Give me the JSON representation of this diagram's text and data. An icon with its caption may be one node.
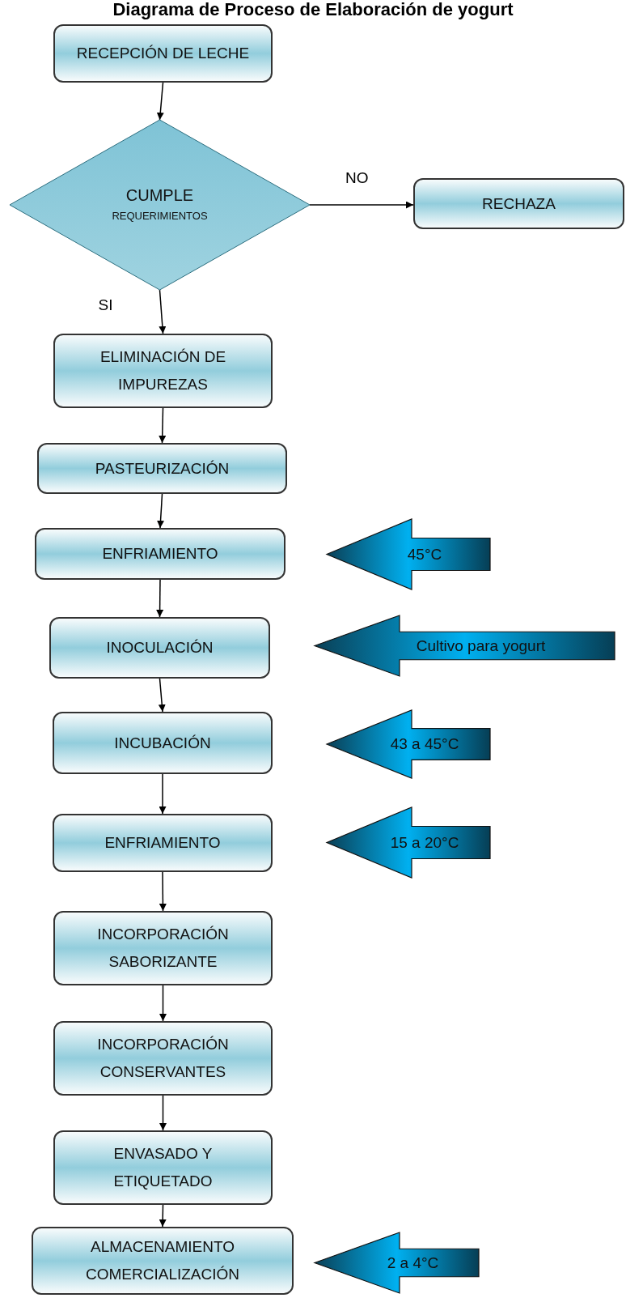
{
  "diagram": {
    "title": "Diagrama de Proceso de Elaboración de yogurt",
    "nodes": [
      {
        "text": [
          "RECEPCIÓN DE LECHE"
        ]
      },
      {
        "text": [
          "CUMPLE",
          "REQUERIMIENTOS"
        ]
      },
      {
        "text": [
          "RECHAZA"
        ]
      },
      {
        "text": [
          "ELIMINACIÓN DE IMPUREZAS"
        ]
      },
      {
        "text": [
          "PASTEURIZACIÓN"
        ]
      },
      {
        "text": [
          "ENFRIAMIENTO"
        ]
      },
      {
        "text": [
          "45°C"
        ]
      },
      {
        "text": [
          "INOCULACIÓN"
        ]
      },
      {
        "text": [
          "Cultivo para yogurt"
        ]
      },
      {
        "text": [
          "INCUBACIÓN"
        ]
      },
      {
        "text": [
          "43 a 45°C"
        ]
      },
      {
        "text": [
          "ENFRIAMIENTO"
        ]
      },
      {
        "text": [
          "15 a 20°C"
        ]
      },
      {
        "text": [
          "INCORPORACIÓN SABORIZANTE"
        ]
      },
      {
        "text": [
          "INCORPORACIÓN CONSERVANTES"
        ]
      },
      {
        "text": [
          "ENVASADO Y ETIQUETADO"
        ]
      },
      {
        "text": [
          "ALMACENAMIENTO COMERCIALIZACIÓN"
        ]
      },
      {
        "text": [
          "2 a 4°C"
        ]
      }
    ],
    "edges": [
      {
        "from": 0,
        "to": 1,
        "arrow": "to"
      },
      {
        "from": 1,
        "to": 2,
        "arrow": "to",
        "label": "NO"
      },
      {
        "from": 1,
        "to": 3,
        "arrow": "to",
        "label": "SI"
      },
      {
        "from": 3,
        "to": 4,
        "arrow": "to"
      },
      {
        "from": 4,
        "to": 5,
        "arrow": "to"
      },
      {
        "from": 5,
        "to": 7,
        "arrow": "to"
      },
      {
        "from": 7,
        "to": 9,
        "arrow": "to"
      },
      {
        "from": 9,
        "to": 11,
        "arrow": "to"
      },
      {
        "from": 11,
        "to": 13,
        "arrow": "to"
      },
      {
        "from": 13,
        "to": 14,
        "arrow": "to"
      },
      {
        "from": 14,
        "to": 15,
        "arrow": "to"
      },
      {
        "from": 15,
        "to": 16,
        "arrow": "to"
      }
    ]
  }
}
